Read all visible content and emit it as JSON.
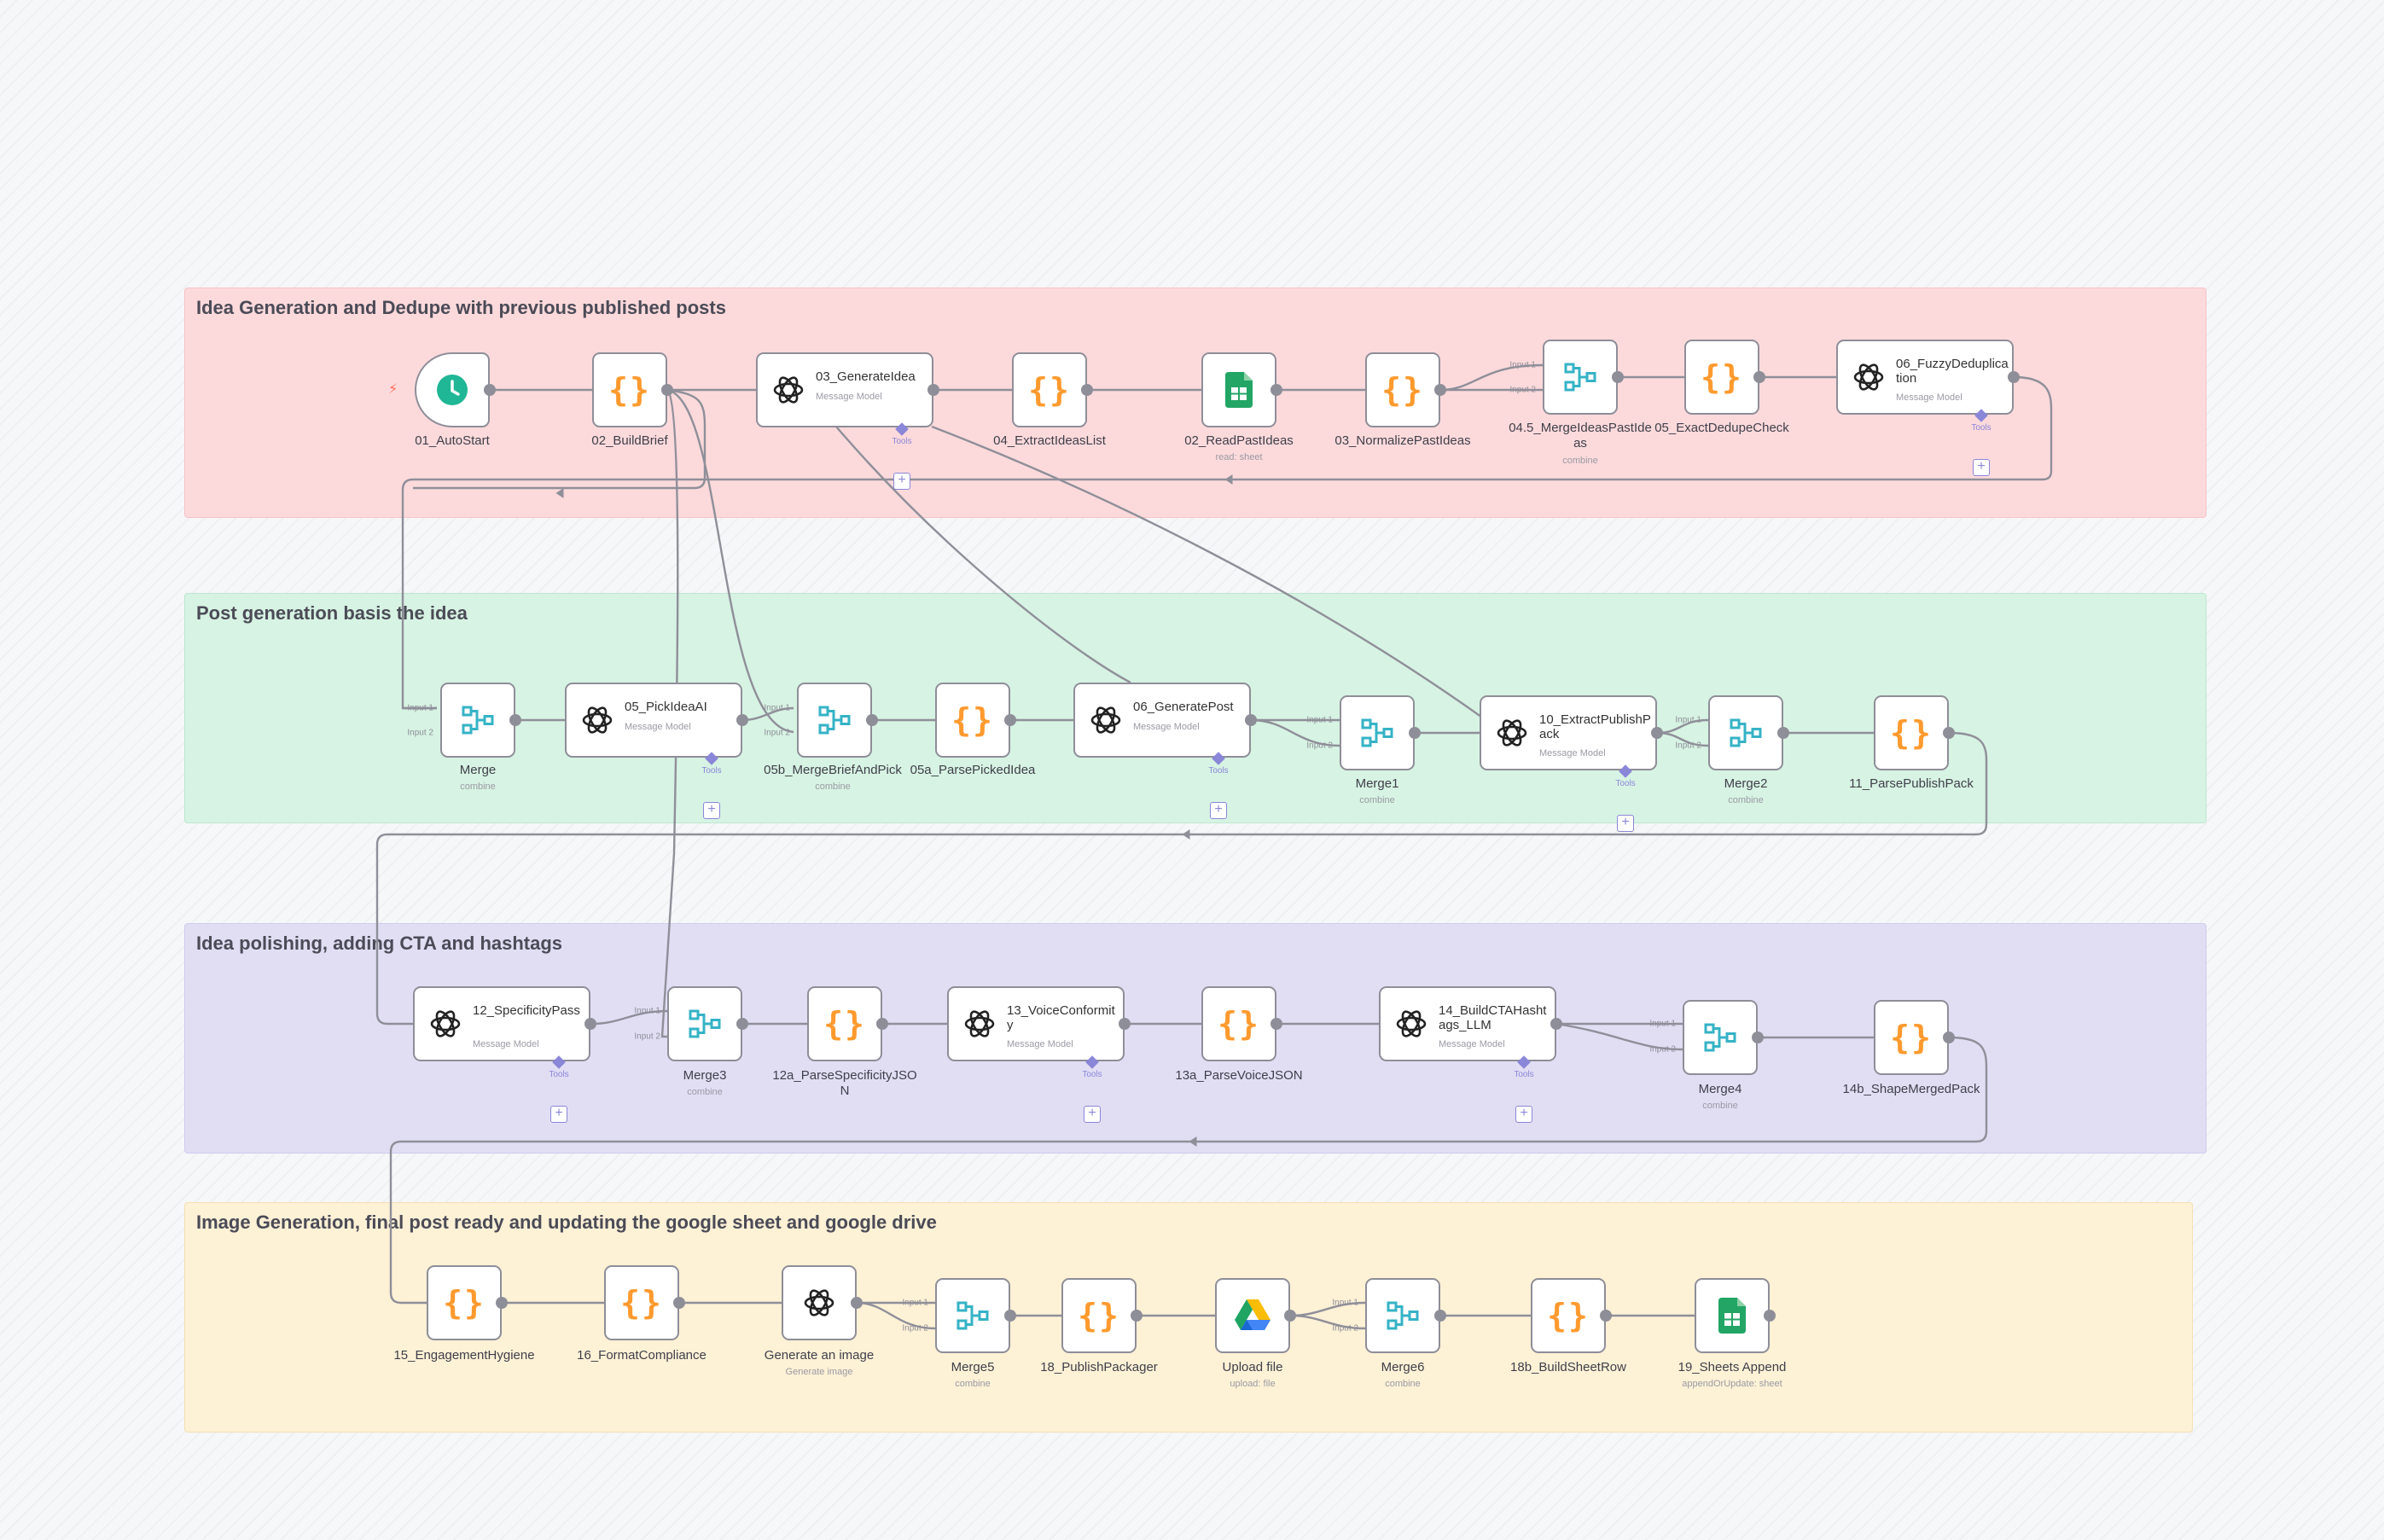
{
  "groups": {
    "idea": "Idea Generation and Dedupe with previous published posts",
    "post": "Post generation basis the idea",
    "polish": "Idea polishing, adding CTA and hashtags",
    "image": "Image Generation, final post ready and updating the google sheet and google drive"
  },
  "common": {
    "message_model": "Message Model",
    "combine": "combine",
    "tools": "Tools",
    "input1": "Input 1",
    "input2": "Input 2",
    "plus": "+"
  },
  "nodes": {
    "auto_start": "01_AutoStart",
    "build_brief": "02_BuildBrief",
    "generate_idea": "03_GenerateIdea",
    "extract_ideas": "04_ExtractIdeasList",
    "read_past": "02_ReadPastIdeas",
    "read_past_sub": "read: sheet",
    "normalize_past": "03_NormalizePastIdeas",
    "merge_ideas_past": "04.5_MergeIdeasPastIdeas",
    "exact_dedupe": "05_ExactDedupeCheck",
    "fuzzy_dedupe": "06_FuzzyDeduplication",
    "merge": "Merge",
    "pick_idea": "05_PickIdeaAI",
    "merge_brief_pick": "05b_MergeBriefAndPick",
    "parse_picked": "05a_ParsePickedIdea",
    "generate_post": "06_GeneratePost",
    "merge1": "Merge1",
    "extract_publish": "10_ExtractPublishPack",
    "merge2": "Merge2",
    "parse_publish": "11_ParsePublishPack",
    "specificity": "12_SpecificityPass",
    "merge3": "Merge3",
    "parse_specificity": "12a_ParseSpecificityJSON",
    "voice_conformity": "13_VoiceConformity",
    "parse_voice": "13a_ParseVoiceJSON",
    "build_cta": "14_BuildCTAHashtags_LLM",
    "merge4": "Merge4",
    "shape_merged": "14b_ShapeMergedPack",
    "engagement": "15_EngagementHygiene",
    "format_compliance": "16_FormatCompliance",
    "generate_image": "Generate an image",
    "generate_image_sub": "Generate image",
    "merge5": "Merge5",
    "publish_packager": "18_PublishPackager",
    "upload_file": "Upload file",
    "upload_file_sub": "upload: file",
    "merge6": "Merge6",
    "build_sheet_row": "18b_BuildSheetRow",
    "sheets_append": "19_Sheets Append",
    "sheets_append_sub": "appendOrUpdate: sheet"
  },
  "colors": {
    "code": "#ff9a2e",
    "merge": "#35b3c6",
    "trigger": "#1fb795",
    "sheets": "#22a565",
    "ai_tool": "#8a86d8"
  },
  "icons": {
    "code": "code-braces-icon",
    "merge": "merge-icon",
    "openai": "openai-icon",
    "schedule": "clock-icon",
    "sheets": "google-sheets-icon",
    "drive": "google-drive-icon"
  }
}
